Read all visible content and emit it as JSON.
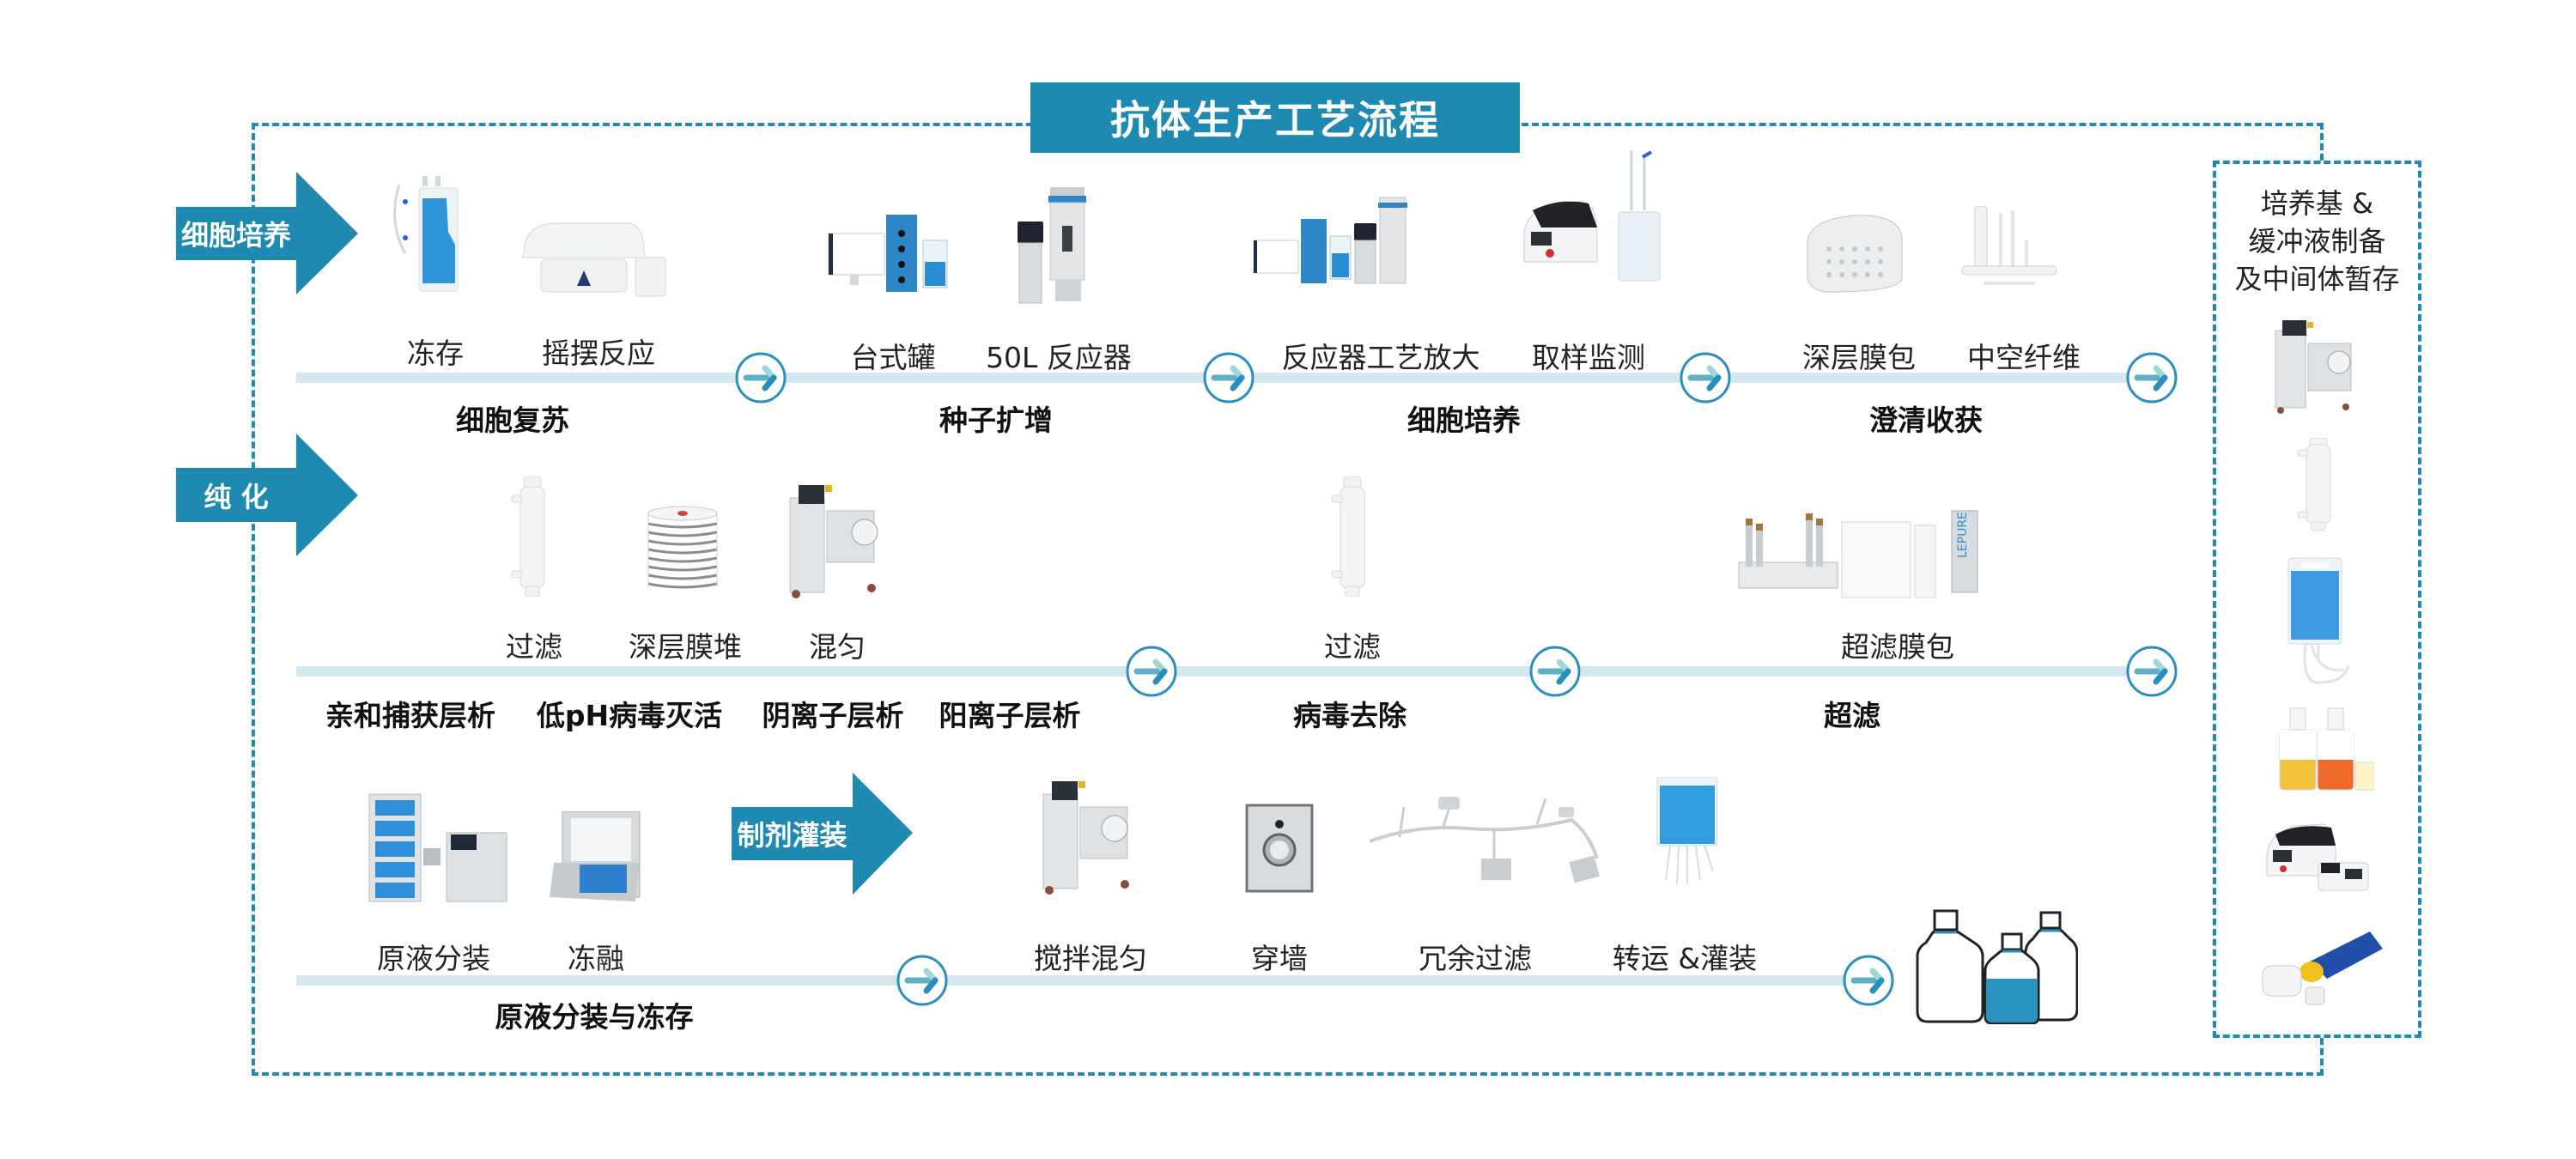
{
  "title": "抗体生产工艺流程",
  "colors": {
    "brand": "#1e89b1",
    "track": "#d6e8ef",
    "frame": "#1f8ab3",
    "fill_blue": "#2a93bf"
  },
  "stages": [
    {
      "id": "cell-culture",
      "label": "细胞培养"
    },
    {
      "id": "purification",
      "label": "纯 化"
    },
    {
      "id": "formulation-fill",
      "label": "制剂灌装"
    }
  ],
  "row1": {
    "items": [
      {
        "label": "冻存",
        "icon": "cryo-bag-icon"
      },
      {
        "label": "摇摆反应",
        "icon": "rocking-bioreactor-icon"
      },
      {
        "label": "台式罐",
        "icon": "benchtop-bioreactor-icon"
      },
      {
        "label": "50L 反应器",
        "icon": "50l-bioreactor-icon"
      },
      {
        "label": "反应器工艺放大",
        "icon": "bioreactor-scaleup-icon"
      },
      {
        "label": "取样监测",
        "icon": "sampling-monitor-icon"
      },
      {
        "label": "深层膜包",
        "icon": "depth-filter-capsule-icon"
      },
      {
        "label": "中空纤维",
        "icon": "hollow-fiber-icon"
      }
    ],
    "steps": [
      "细胞复苏",
      "种子扩增",
      "细胞培养",
      "澄清收获"
    ]
  },
  "row2": {
    "items": [
      {
        "label": "过滤",
        "icon": "filter-capsule-icon"
      },
      {
        "label": "深层膜堆",
        "icon": "depth-filter-stack-icon"
      },
      {
        "label": "混匀",
        "icon": "mixer-icon"
      },
      {
        "label": "过滤",
        "icon": "virus-filter-capsule-icon"
      },
      {
        "label": "超滤膜包",
        "icon": "ultrafiltration-cassette-icon"
      }
    ],
    "steps": [
      "亲和捕获层析",
      "低pH病毒灭活",
      "阴离子层析",
      "阳离子层析",
      "病毒去除",
      "超滤"
    ]
  },
  "row3": {
    "items": [
      {
        "label": "原液分装",
        "icon": "bulk-dispensing-icon"
      },
      {
        "label": "冻融",
        "icon": "freeze-thaw-icon"
      },
      {
        "label": "搅拌混匀",
        "icon": "stirring-mixer-icon"
      },
      {
        "label": "穿墙",
        "icon": "wall-transfer-port-icon"
      },
      {
        "label": "冗余过滤",
        "icon": "redundant-filtration-assembly-icon"
      },
      {
        "label": "转运 &灌装",
        "icon": "transfer-fill-bag-icon"
      }
    ],
    "steps": [
      "原液分装与冻存"
    ],
    "end_icon": "bottles-icon"
  },
  "side_panel": {
    "title_lines": [
      "培养基 &",
      "缓冲液制备",
      "及中间体暂存"
    ],
    "icons": [
      "mixing-station-icon",
      "filter-capsule-icon",
      "media-bag-icon",
      "media-bottles-icon",
      "tube-sealer-icon",
      "tube-welder-icon"
    ]
  }
}
